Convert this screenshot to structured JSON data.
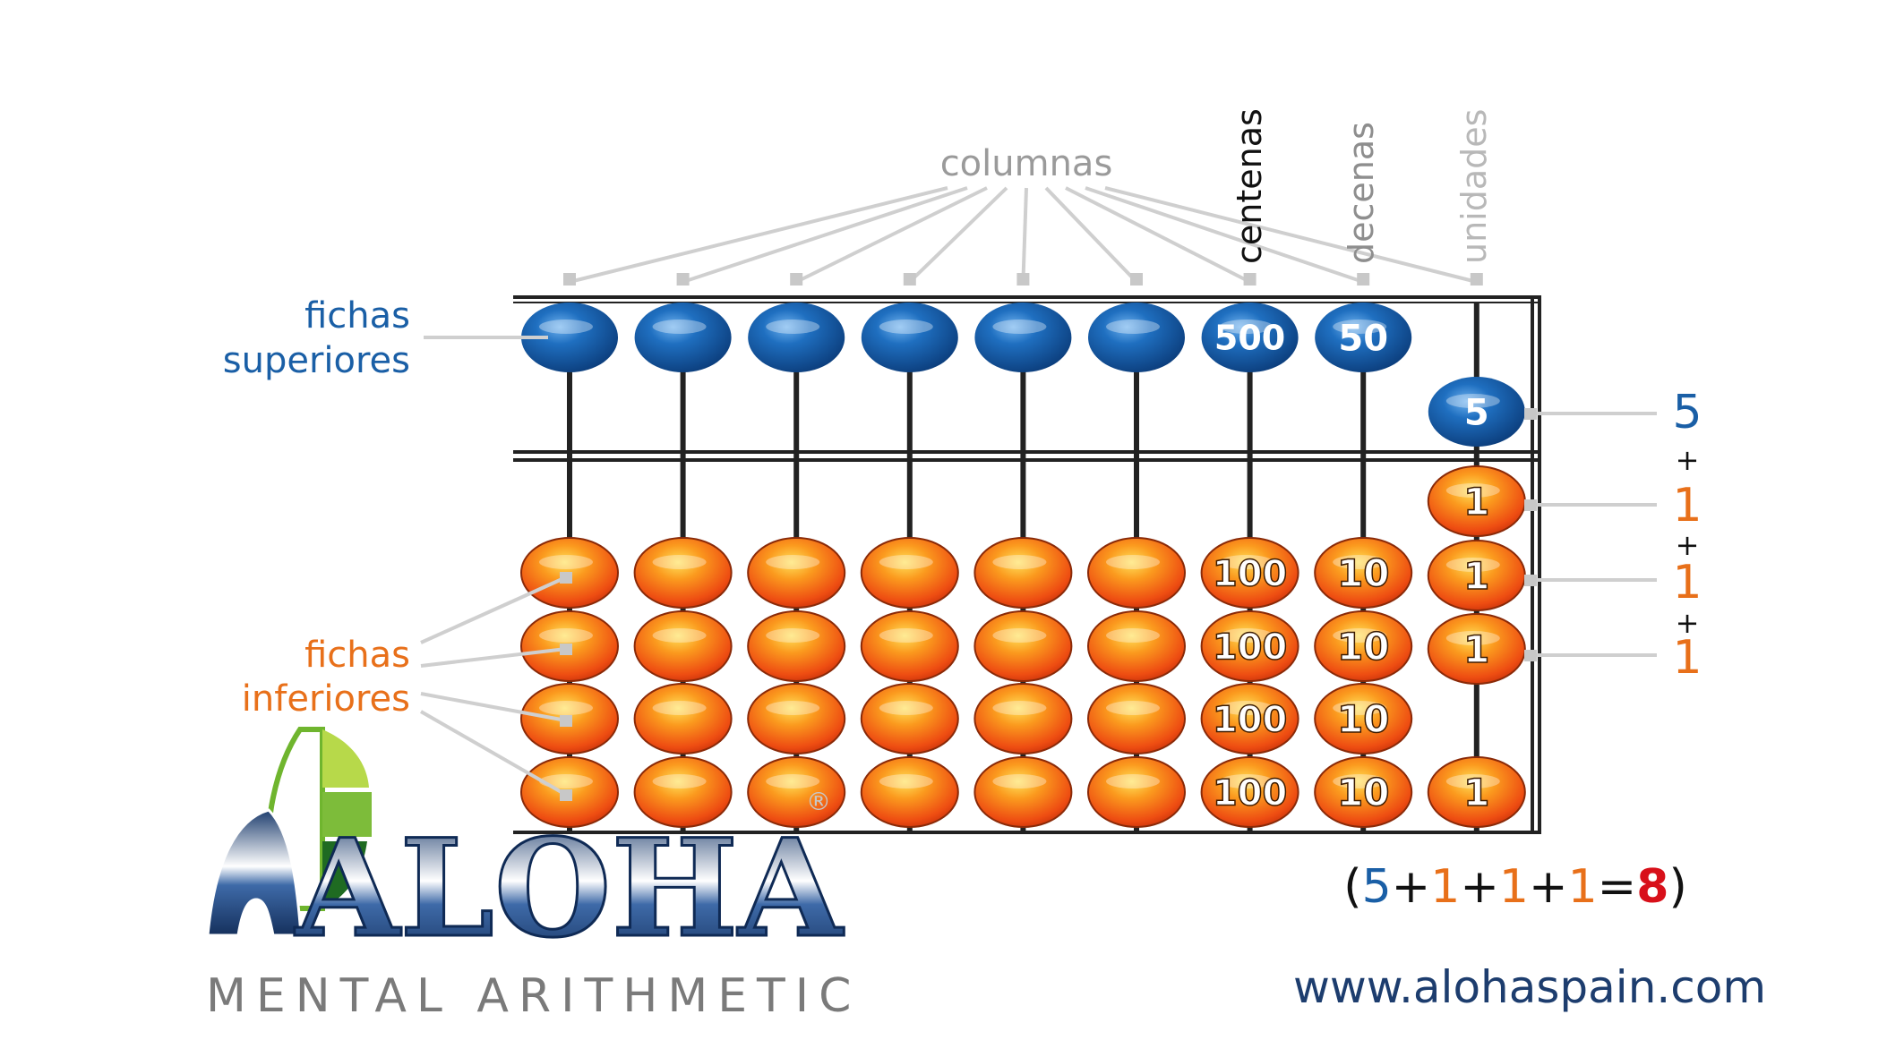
{
  "labels": {
    "columnas": "columnas",
    "centenas": "centenas",
    "decenas": "decenas",
    "unidades": "unidades",
    "fichas_superiores_1": "fichas",
    "fichas_superiores_2": "superiores",
    "fichas_inferiores_1": "fichas",
    "fichas_inferiores_2": "inferiores"
  },
  "upper_bead_values": [
    "",
    "",
    "",
    "",
    "",
    "",
    "500",
    "50",
    "5"
  ],
  "lower_bead_values": [
    "",
    "",
    "",
    "",
    "",
    "",
    "100",
    "10",
    "1"
  ],
  "sum_column": {
    "terms": [
      "5",
      "1",
      "1",
      "1"
    ],
    "operators": [
      "+",
      "+",
      "+"
    ]
  },
  "equation": {
    "open": "(",
    "terms": [
      "5",
      "1",
      "1",
      "1"
    ],
    "plus": "+",
    "equals": "=",
    "result": "8",
    "close": ")"
  },
  "brand": {
    "name": "ALOHA",
    "registered": "®",
    "tagline": "MENTAL ARITHMETIC",
    "url": "www.alohaspain.com"
  },
  "colors": {
    "blue": "#1a5fa6",
    "orange": "#e8701a",
    "gray": "#9a9a9a",
    "navy": "#1d3d6e",
    "red": "#d8101a",
    "green_dark": "#1f6b22",
    "green_light": "#9cc936"
  }
}
